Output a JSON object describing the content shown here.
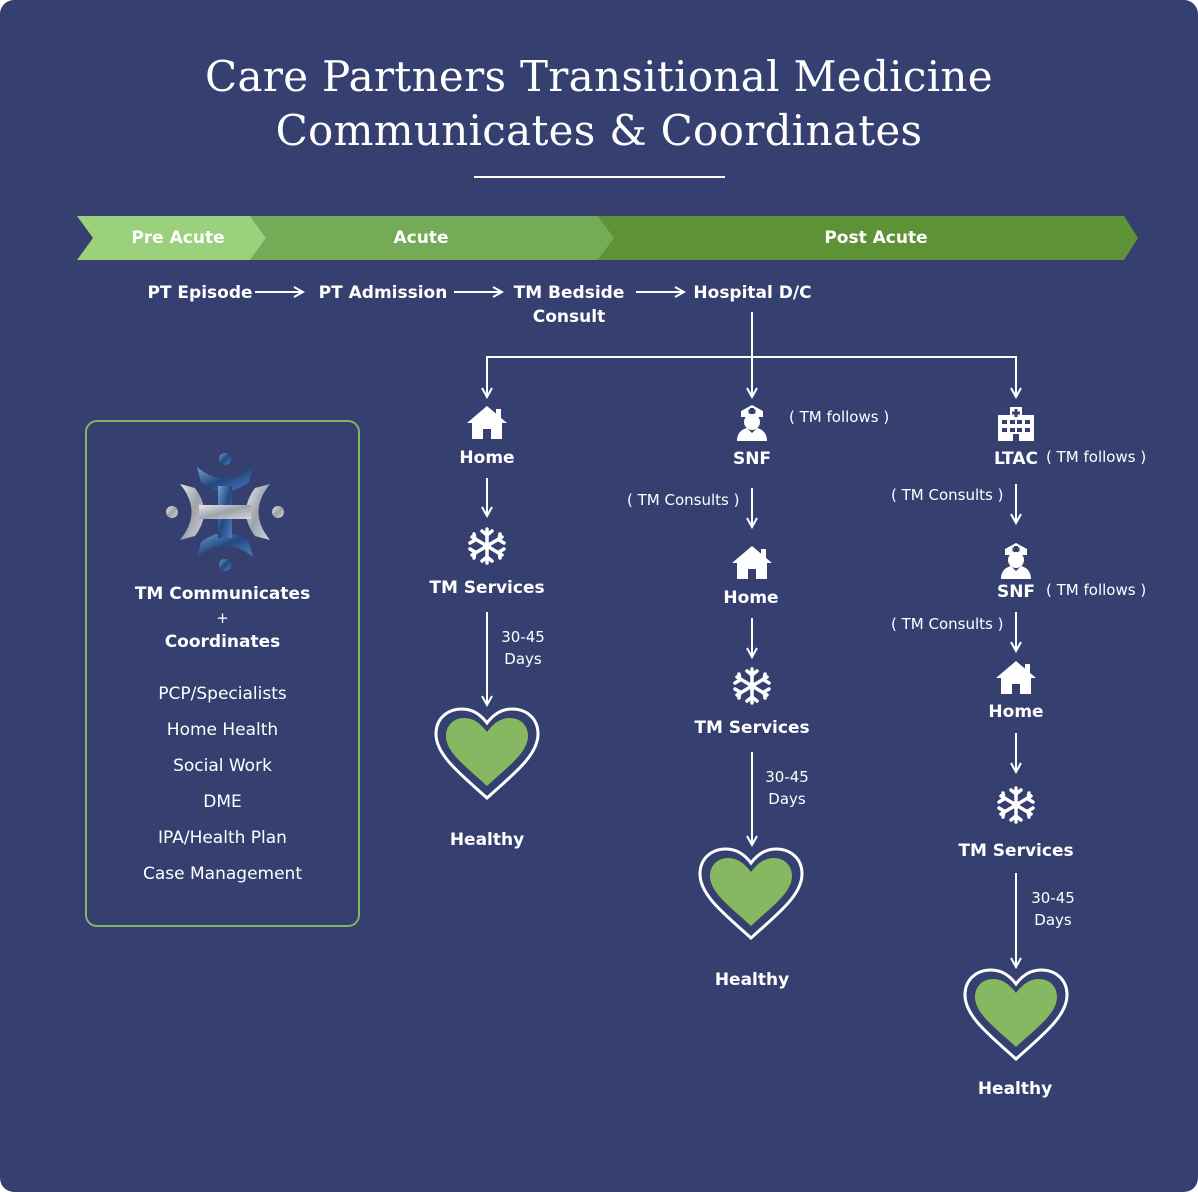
{
  "title": {
    "line1": "Care Partners Transitional Medicine",
    "line2": "Communicates & Coordinates"
  },
  "phases": [
    "Pre Acute",
    "Acute",
    "Post Acute"
  ],
  "colors": {
    "background": "#354071",
    "pre_acute": "#9bd07d",
    "acute": "#75aa56",
    "post_acute": "#5e9237",
    "heart_fill": "#85b860",
    "box_border": "#7db961"
  },
  "timeline": [
    "PT Episode",
    "PT Admission",
    "TM Bedside Consult",
    "Hospital D/C"
  ],
  "sidebar": {
    "heading_line1": "TM Communicates",
    "heading_plus": "+",
    "heading_line2": "Coordinates",
    "items": [
      "PCP/Specialists",
      "Home Health",
      "Social Work",
      "DME",
      "IPA/Health Plan",
      "Case Management"
    ]
  },
  "paths": {
    "left": {
      "home": "Home",
      "services": "TM Services",
      "days_line1": "30-45",
      "days_line2": "Days",
      "healthy": "Healthy"
    },
    "middle": {
      "snf": "SNF",
      "snf_note": "( TM  follows )",
      "consult_note": "( TM Consults )",
      "home": "Home",
      "services": "TM Services",
      "days_line1": "30-45",
      "days_line2": "Days",
      "healthy": "Healthy"
    },
    "right": {
      "ltac": "LTAC",
      "ltac_note": "( TM  follows )",
      "consult_note_1": "( TM Consults )",
      "snf": "SNF",
      "snf_note": "( TM  follows )",
      "consult_note_2": "( TM Consults )",
      "home": "Home",
      "services": "TM Services",
      "days_line1": "30-45",
      "days_line2": "Days",
      "healthy": "Healthy"
    }
  },
  "icons": {
    "home": "home-icon",
    "snf": "nurse-icon",
    "ltac": "hospital-icon",
    "services": "snowflake-icon",
    "healthy": "heart-icon",
    "logo": "care-partners-logo"
  }
}
